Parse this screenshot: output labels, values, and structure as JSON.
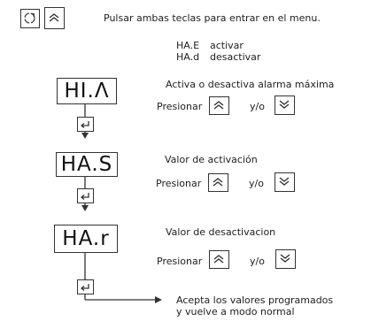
{
  "intro": {
    "text": "Pulsar ambas teclas para entrar en el menu.",
    "options": [
      {
        "code": "HA.E",
        "desc": "activar"
      },
      {
        "code": "HA.d",
        "desc": "desactivar"
      }
    ]
  },
  "steps": [
    {
      "display": "HI.Λ",
      "title": "Activa o desactiva alarma máxima",
      "press": "Presionar",
      "or": "y/o"
    },
    {
      "display": "HA.S",
      "title": "Valor de activación",
      "press": "Presionar",
      "or": "y/o"
    },
    {
      "display": "HA.r",
      "title": "Valor de desactivacion",
      "press": "Presionar",
      "or": "y/o"
    }
  ],
  "footer": {
    "line1": "Acepta los valores programados",
    "line2": "y vuelve a modo normal"
  },
  "icons": [
    "circle-arrow-icon",
    "up-chevrons-icon",
    "down-chevrons-icon",
    "enter-arrow-icon"
  ]
}
